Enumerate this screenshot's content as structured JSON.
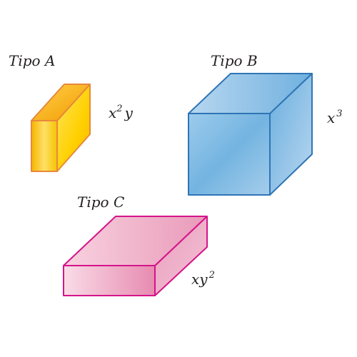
{
  "blocks": [
    {
      "id": "a",
      "title": "Tipo A",
      "volume": {
        "base": "x",
        "exp": "2",
        "tail": "y"
      },
      "colors": {
        "front_light": "#ffe066",
        "front_dark": "#f5b400",
        "top": "#f7a800",
        "side": "#f0c000",
        "edge": "#e8883a"
      }
    },
    {
      "id": "b",
      "title": "Tipo B",
      "volume": {
        "base": "x",
        "exp": "3",
        "tail": ""
      },
      "colors": {
        "front_light": "#8ec3e8",
        "front_dark": "#6fb1e0",
        "top": "#a9cfee",
        "side": "#7db7e3",
        "edge": "#2f75b5"
      }
    },
    {
      "id": "c",
      "title": "Tipo C",
      "volume": {
        "base": "xy",
        "exp": "2",
        "tail": ""
      },
      "colors": {
        "front_light": "#f7d6e2",
        "front_dark": "#e991b3",
        "top": "#f0b3c9",
        "side": "#ee9dbd",
        "edge": "#d4148a"
      }
    }
  ]
}
